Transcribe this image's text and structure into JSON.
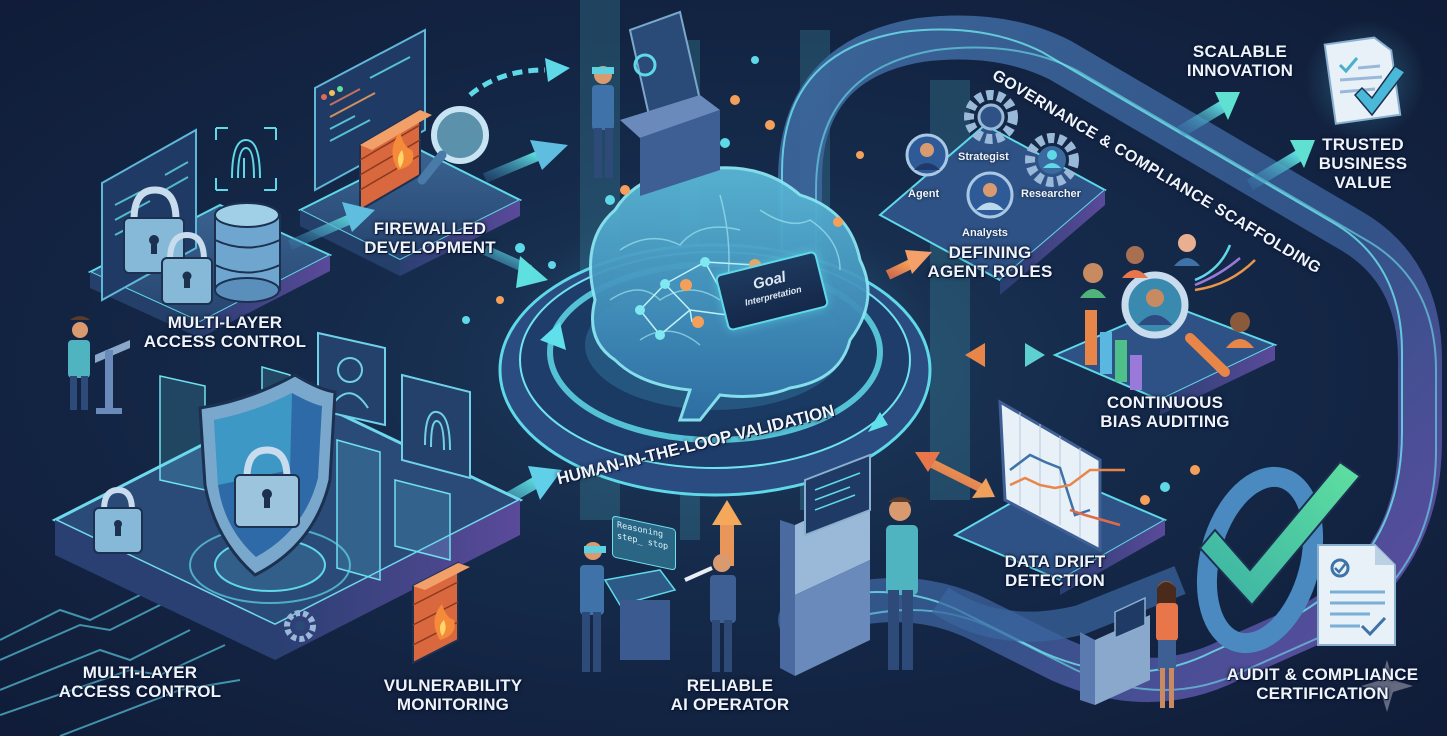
{
  "diagram": {
    "title": "Governance & Compliance Scaffolding",
    "theme": {
      "background": "#121d3b",
      "accent_cyan": "#5fd9e8",
      "accent_teal": "#4fc3c7",
      "accent_orange": "#f0935a",
      "accent_purple": "#8a6fd1",
      "platform_blue": "#2f4f7f",
      "text": "#eef4fa"
    },
    "central": {
      "name": "AI Brain",
      "badge_line1": "Goal",
      "badge_line2": "Interpretation",
      "ring_label": "Human-in-the-Loop Validation"
    },
    "scaffold_label": "Governance & Compliance Scaffolding",
    "nodes": [
      {
        "id": "access-top",
        "line1": "Multi-Layer",
        "line2": "Access Control",
        "icons": [
          "padlock-icon",
          "padlock-icon",
          "database-icon",
          "fingerprint-icon",
          "code-window-icon"
        ]
      },
      {
        "id": "firewalled-dev",
        "line1": "Firewalled",
        "line2": "Development",
        "icons": [
          "code-window-icon",
          "firewall-icon",
          "magnifier-icon"
        ]
      },
      {
        "id": "access-bottom",
        "line1": "Multi-Layer",
        "line2": "Access Control",
        "icons": [
          "shield-lock-icon",
          "padlock-icon",
          "gear-icon",
          "user-card-icon",
          "fingerprint-icon"
        ]
      },
      {
        "id": "vulnerability",
        "line1": "Vulnerability",
        "line2": "Monitoring",
        "icons": [
          "firewall-icon"
        ]
      },
      {
        "id": "reliable-operator",
        "line1": "Reliable",
        "line2": "AI Operator",
        "screen_text_line1": "Reasoning",
        "screen_text_line2": "step_ stop"
      },
      {
        "id": "agent-roles",
        "line1": "Defining",
        "line2": "Agent Roles",
        "roles": [
          "Agent",
          "Strategist",
          "Researcher",
          "Analysts"
        ]
      },
      {
        "id": "bias-auditing",
        "line1": "Continuous",
        "line2": "Bias Auditing",
        "icons": [
          "magnifier-person-icon",
          "bar-chart-icon"
        ]
      },
      {
        "id": "data-drift",
        "line1": "Data Drift",
        "line2": "Detection",
        "icons": [
          "line-chart-icon"
        ]
      },
      {
        "id": "audit-cert",
        "line1": "Audit & Compliance",
        "line2": "Certification",
        "icons": [
          "big-checkmark-icon",
          "document-check-icon"
        ]
      }
    ],
    "outcomes": [
      {
        "id": "scalable",
        "line1": "Scalable",
        "line2": "Innovation"
      },
      {
        "id": "trusted",
        "line1": "Trusted",
        "line2": "Business",
        "line3": "Value",
        "icon": "document-check-icon"
      }
    ]
  }
}
